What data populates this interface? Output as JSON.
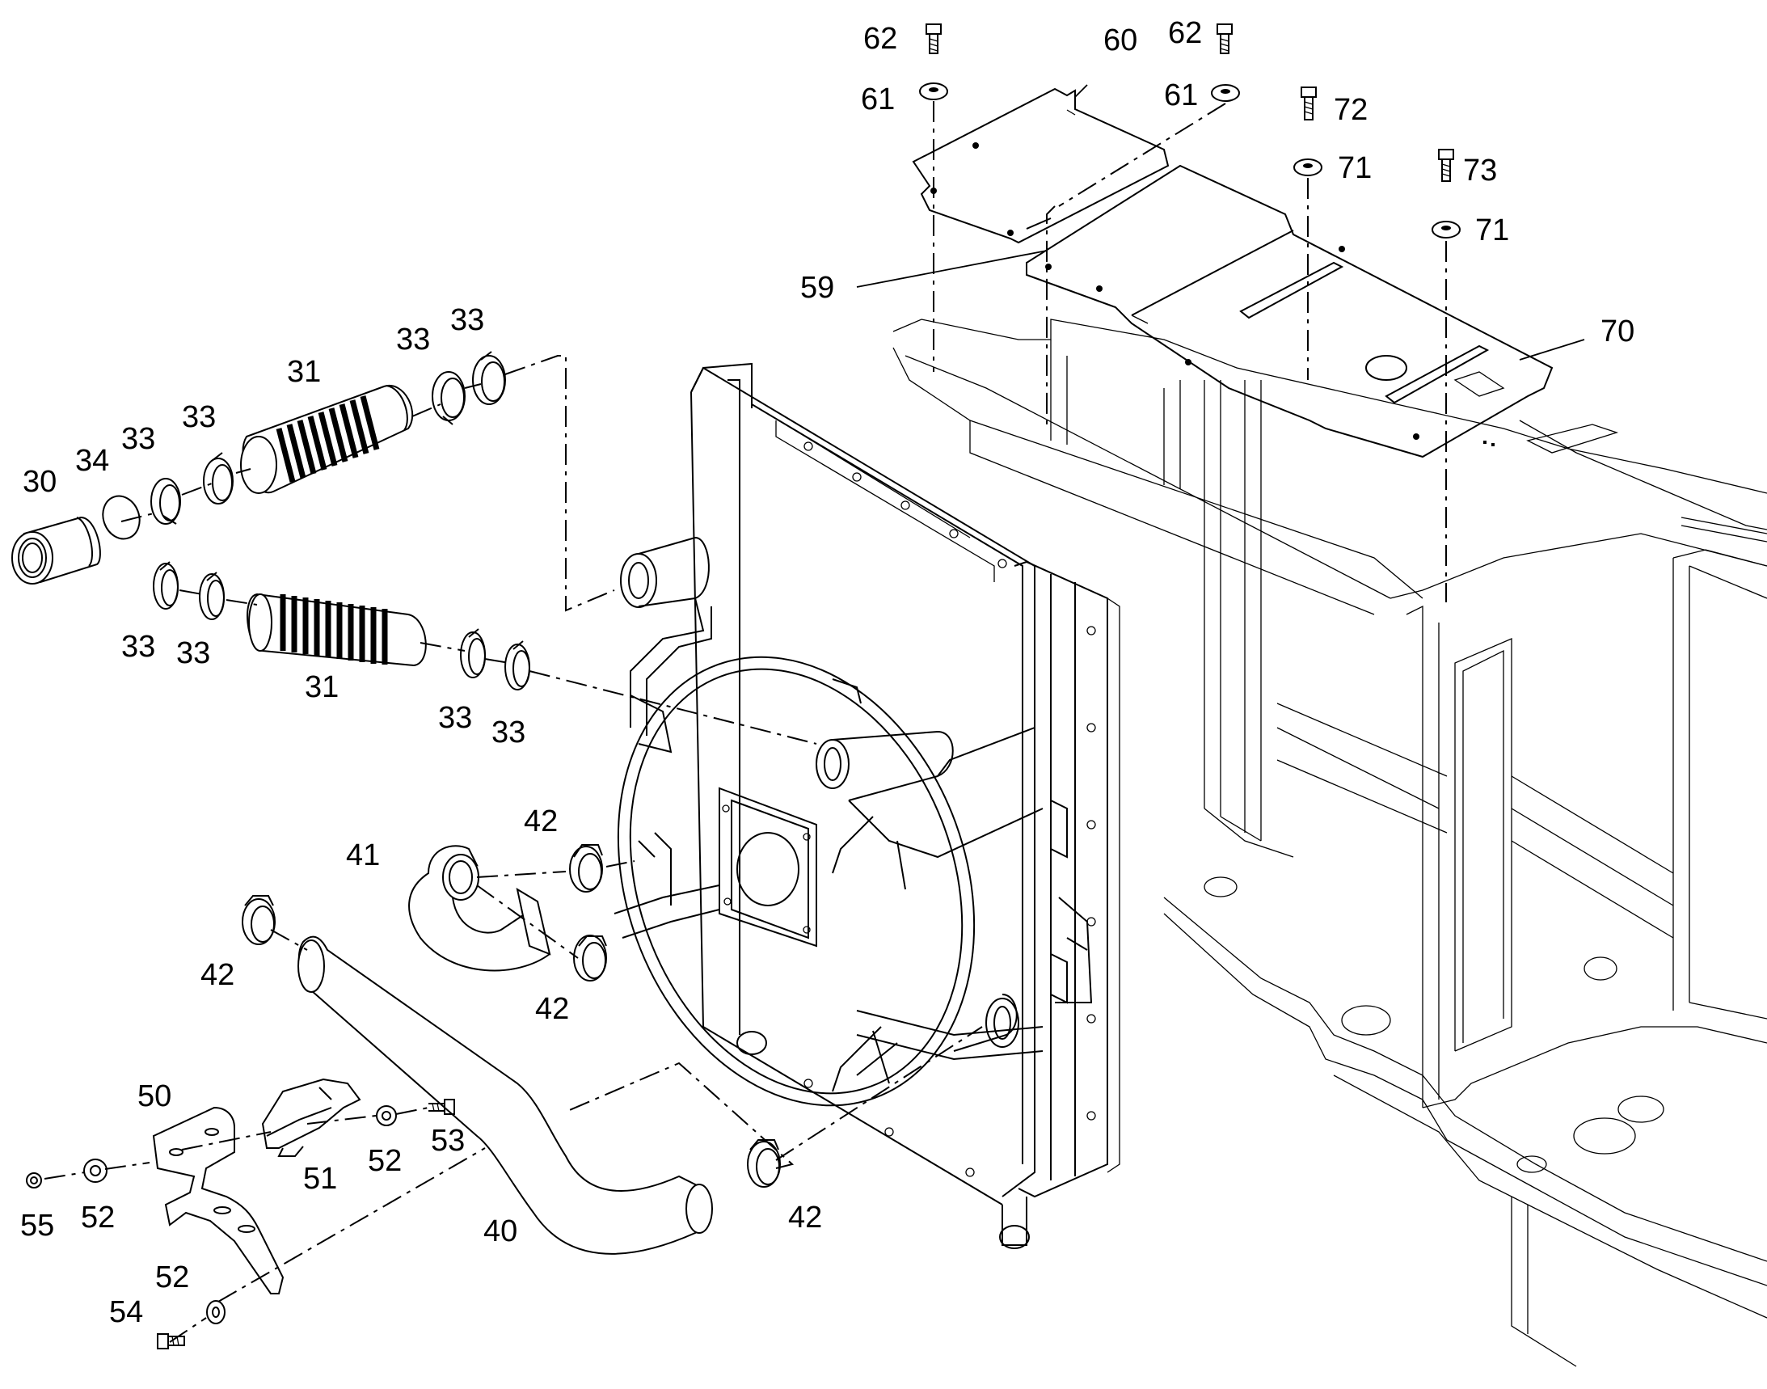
{
  "diagram": {
    "type": "exploded-parts-diagram",
    "callouts": [
      {
        "id": "c62a",
        "label": "62"
      },
      {
        "id": "c62b",
        "label": "62"
      },
      {
        "id": "c60",
        "label": "60"
      },
      {
        "id": "c61a",
        "label": "61"
      },
      {
        "id": "c61b",
        "label": "61"
      },
      {
        "id": "c72",
        "label": "72"
      },
      {
        "id": "c71a",
        "label": "71"
      },
      {
        "id": "c73",
        "label": "73"
      },
      {
        "id": "c71b",
        "label": "71"
      },
      {
        "id": "c59",
        "label": "59"
      },
      {
        "id": "c70",
        "label": "70"
      },
      {
        "id": "c33a",
        "label": "33"
      },
      {
        "id": "c33b",
        "label": "33"
      },
      {
        "id": "c31a",
        "label": "31"
      },
      {
        "id": "c33c",
        "label": "33"
      },
      {
        "id": "c33d",
        "label": "33"
      },
      {
        "id": "c34",
        "label": "34"
      },
      {
        "id": "c30",
        "label": "30"
      },
      {
        "id": "c33e",
        "label": "33"
      },
      {
        "id": "c33f",
        "label": "33"
      },
      {
        "id": "c31b",
        "label": "31"
      },
      {
        "id": "c33g",
        "label": "33"
      },
      {
        "id": "c33h",
        "label": "33"
      },
      {
        "id": "c42a",
        "label": "42"
      },
      {
        "id": "c41",
        "label": "41"
      },
      {
        "id": "c42b",
        "label": "42"
      },
      {
        "id": "c42c",
        "label": "42"
      },
      {
        "id": "c50",
        "label": "50"
      },
      {
        "id": "c53",
        "label": "53"
      },
      {
        "id": "c52a",
        "label": "52"
      },
      {
        "id": "c51",
        "label": "51"
      },
      {
        "id": "c55",
        "label": "55"
      },
      {
        "id": "c52b",
        "label": "52"
      },
      {
        "id": "c40",
        "label": "40"
      },
      {
        "id": "c42d",
        "label": "42"
      },
      {
        "id": "c52c",
        "label": "52"
      },
      {
        "id": "c54",
        "label": "54"
      }
    ]
  }
}
